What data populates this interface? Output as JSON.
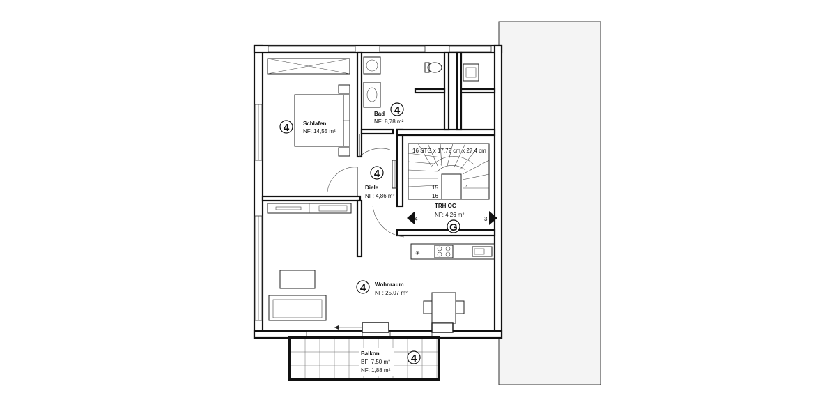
{
  "rooms": {
    "schlafen": {
      "name": "Schlafen",
      "area": "NF: 14,55 m²",
      "badge": "4"
    },
    "bad": {
      "name": "Bad",
      "area": "NF: 8,78 m²",
      "badge": "4"
    },
    "diele": {
      "name": "Diele",
      "area": "NF: 4,86 m²",
      "badge": "4"
    },
    "treppenhaus": {
      "name": "TRH OG",
      "area": "NF: 4,26 m²",
      "badge": "G"
    },
    "wohnraum": {
      "name": "Wohnraum",
      "area": "NF: 25,07 m²",
      "badge": "4"
    },
    "balkon": {
      "name": "Balkon",
      "area_bf": "BF: 7,50 m²",
      "area_nf": "NF: 1,88 m²",
      "badge": "4"
    }
  },
  "stair": {
    "spec": "16 STG x 17,72 cm x 27,4 cm",
    "steps": [
      "1",
      "15",
      "16"
    ]
  },
  "arrows": {
    "left": "4",
    "right": "3"
  },
  "colors": {
    "line": "#111111",
    "neighbor_fill": "#f4f4f4"
  }
}
